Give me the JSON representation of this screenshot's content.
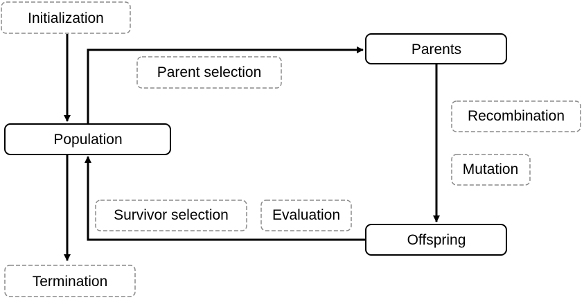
{
  "diagram": {
    "nodes": {
      "population": "Population",
      "parents": "Parents",
      "offspring": "Offspring"
    },
    "labels": {
      "initialization": "Initialization",
      "termination": "Termination",
      "parent_selection": "Parent selection",
      "recombination": "Recombination",
      "mutation": "Mutation",
      "survivor_selection": "Survivor selection",
      "evaluation": "Evaluation"
    },
    "colors": {
      "solid_border": "#000000",
      "dashed_border": "#8a8a8a",
      "text": "#000000"
    }
  }
}
